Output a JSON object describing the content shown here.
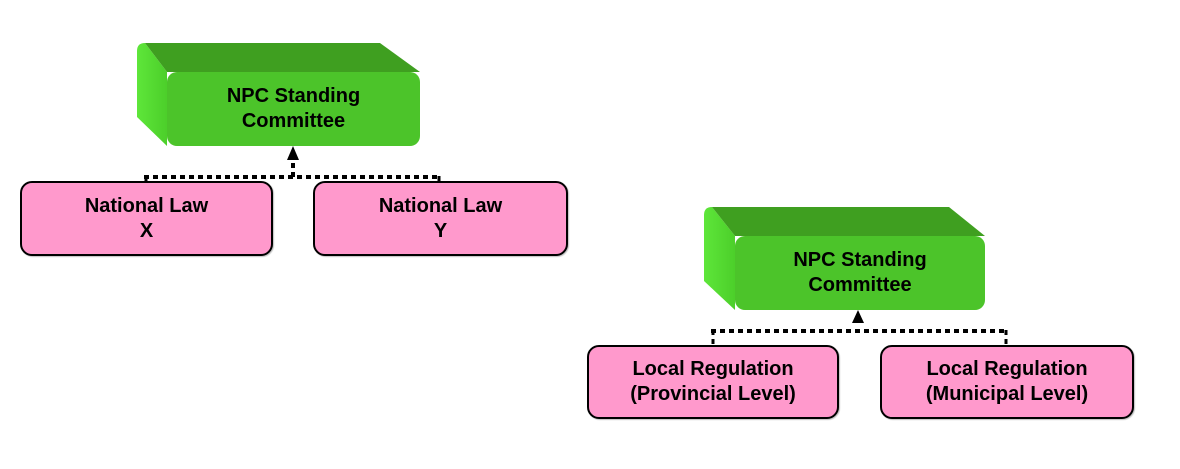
{
  "colors": {
    "green_front": "#4cc42a",
    "green_top": "#3f9f20",
    "green_side": "#5ee03a",
    "pink_fill": "#ff99cc",
    "outline": "#000000"
  },
  "diagrams": [
    {
      "parent": {
        "label_line1": "NPC Standing",
        "label_line2": "Committee"
      },
      "children": [
        {
          "label_line1": "National Law",
          "label_line2": "X"
        },
        {
          "label_line1": "National Law",
          "label_line2": "Y"
        }
      ],
      "connector": {
        "style": "dotted",
        "arrow": "up"
      }
    },
    {
      "parent": {
        "label_line1": "NPC Standing",
        "label_line2": "Committee"
      },
      "children": [
        {
          "label_line1": "Local Regulation",
          "label_line2": "(Provincial Level)"
        },
        {
          "label_line1": "Local Regulation",
          "label_line2": "(Municipal Level)"
        }
      ],
      "connector": {
        "style": "dotted",
        "arrow": "up"
      }
    }
  ]
}
